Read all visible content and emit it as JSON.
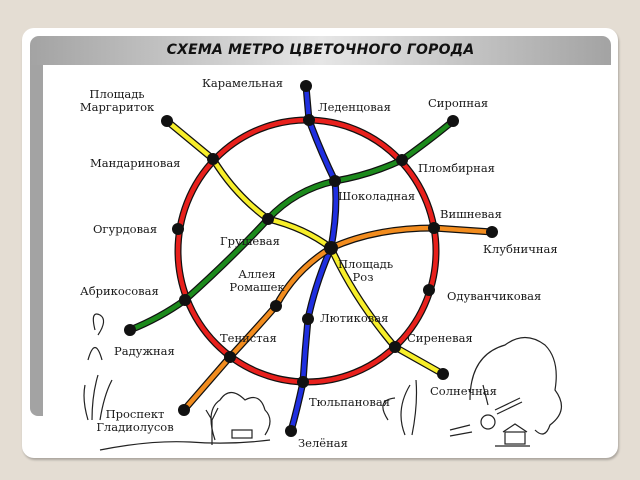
{
  "title": "СХЕМА МЕТРО ЦВЕТОЧНОГО ГОРОДА",
  "colors": {
    "background": "#e4ddd3",
    "frame": "#a3a3a3",
    "ring_line": "#e8201c",
    "blue_line": "#1f2fe0",
    "green_line": "#1c8a1c",
    "yellow_line": "#f7ee2a",
    "orange_line": "#f28c1e",
    "station": "#111111"
  },
  "lines": [
    {
      "name": "ring",
      "color": "red",
      "stations": [
        "Леденцовая",
        "Пломбирная",
        "Вишневая",
        "Одуванчиковая",
        "Сиреневая",
        "Тюльпановая",
        "Тенистая",
        "Абрикосовая",
        "Огурдовая",
        "Мандариновая"
      ]
    },
    {
      "name": "blue",
      "color": "blue",
      "stations": [
        "Карамельная",
        "Леденцовая",
        "Шоколадная",
        "Площадь Роз",
        "Лютиковая",
        "Тюльпановая",
        "Зелёная"
      ]
    },
    {
      "name": "green",
      "color": "green",
      "stations": [
        "Сиропная",
        "Пломбирная",
        "Шоколадная",
        "Грушевая",
        "Абрикосовая",
        "Радужная"
      ]
    },
    {
      "name": "yellow",
      "color": "yellow",
      "stations": [
        "Площадь Маргариток",
        "Мандариновая",
        "Грушевая",
        "Площадь Роз",
        "Сиреневая",
        "Солнечная"
      ]
    },
    {
      "name": "orange",
      "color": "orange",
      "stations": [
        "Клубничная",
        "Вишневая",
        "Площадь Роз",
        "Аллея Ромашек",
        "Тенистая",
        "Проспект Гладиолусов"
      ]
    }
  ],
  "stations": {
    "karamelnaya": "Карамельная",
    "ploshchad_margaritok_1": "Площадь",
    "ploshchad_margaritok_2": "Маргариток",
    "ledentsovaya": "Леденцовая",
    "siropnaya": "Сиропная",
    "mandarinovaya": "Мандариновая",
    "plombirnaya": "Пломбирная",
    "shokoladnaya": "Шоколадная",
    "ogurdovaya": "Огурдовая",
    "grushevaya": "Грушевая",
    "vishnevaya": "Вишневая",
    "klubnichnaya": "Клубничная",
    "alleya_romashek_1": "Аллея",
    "alleya_romashek_2": "Ромашек",
    "ploshchad_roz_1": "Площадь",
    "ploshchad_roz_2": "Роз",
    "abrikosovaya": "Абрикосовая",
    "oduvanchikovaya": "Одуванчиковая",
    "lyutikovaya": "Лютиковая",
    "raduzhnaya": "Радужная",
    "tenistaya": "Тенистая",
    "sirenevaya": "Сиреневая",
    "solnechnaya": "Солнечная",
    "tyulpanovaya": "Тюльпановая",
    "prospekt_gladiolusov_1": "Проспект",
    "prospekt_gladiolusov_2": "Гладиолусов",
    "zelenaya": "Зелёная"
  }
}
